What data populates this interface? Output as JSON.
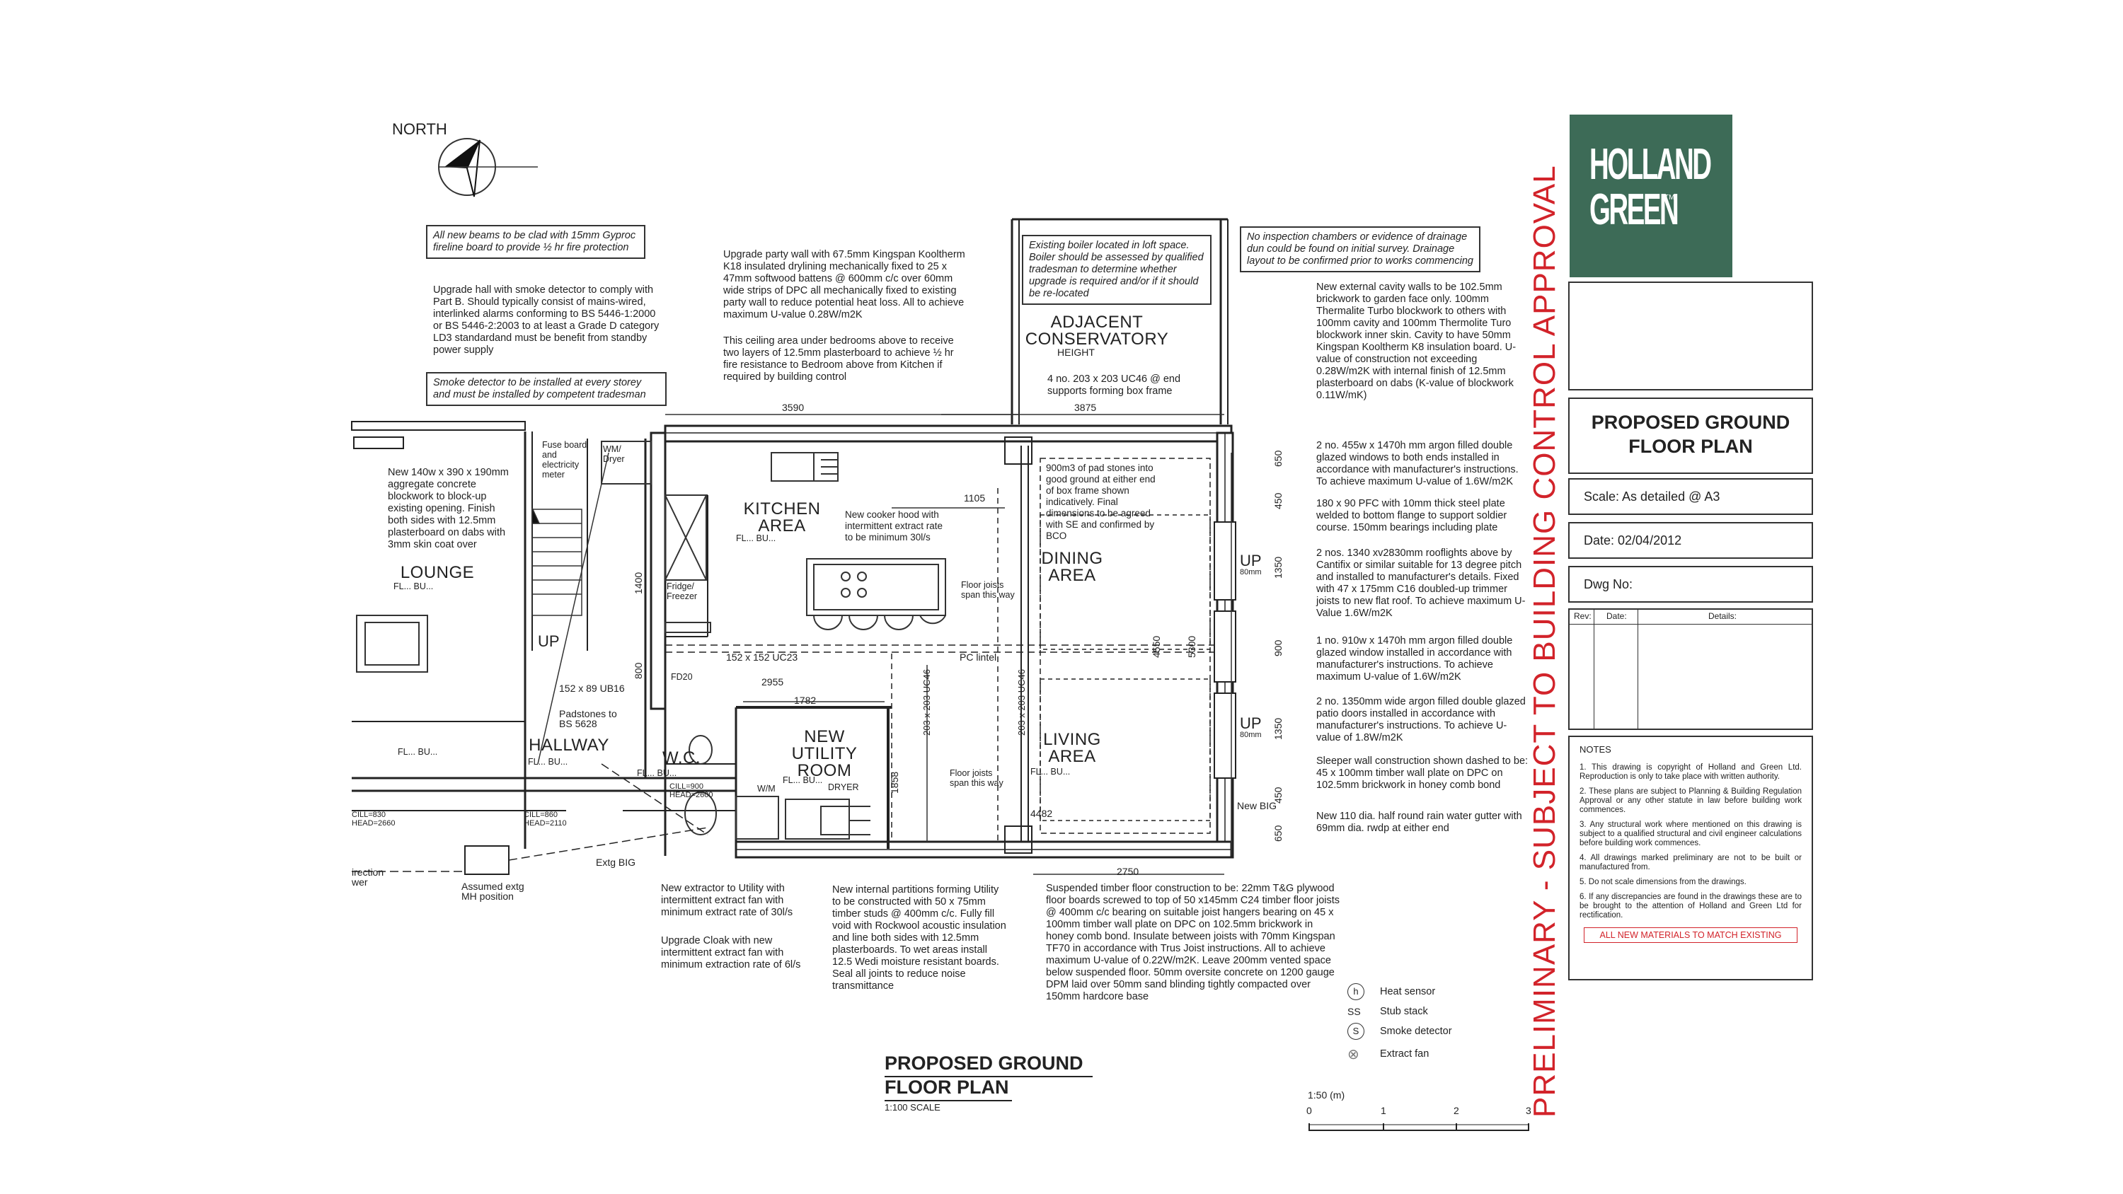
{
  "north": "NORTH",
  "notes": {
    "beams": "All new beams to be clad with 15mm Gyproc fireline board to provide ½ hr fire protection",
    "hall_upgrade": "Upgrade hall with smoke detector to comply with Part B. Should typically consist of mains-wired, interlinked alarms conforming to BS 5446-1:2000 or BS 5446-2:2003 to at least a Grade D category LD3 standardand must be benefit from standby power supply",
    "smoke_detector": "Smoke detector to be installed at every storey and must be installed by competent tradesman",
    "party_wall": "Upgrade party wall with 67.5mm Kingspan Kooltherm K18 insulated drylining mechanically fixed to 25 x 47mm softwood battens @ 600mm c/c over 60mm wide strips of DPC all mechanically fixed to existing party wall to reduce potential heat loss. All to achieve maximum U-value 0.28W/m2K",
    "ceiling_area": "This ceiling area under bedrooms above to receive two layers of 12.5mm plasterboard to achieve ½ hr fire resistance to Bedroom above from Kitchen if required by building control",
    "boiler": "Existing boiler located in loft space. Boiler should be assessed by qualified tradesman to determine whether upgrade is required and/or if it should be re-located",
    "drainage": "No inspection chambers or evidence of drainage dun could be found on initial survey. Drainage layout to be confirmed prior to works commencing",
    "cavity_walls": "New external cavity walls to be 102.5mm brickwork to garden face only. 100mm Thermalite Turbo blockwork to others with 100mm cavity and 100mm Thermolite Turo blockwork inner skin. Cavity to have 50mm Kingspan Kooltherm K8 insulation board. U-value of construction not exceeding 0.28W/m2K with internal finish of 12.5mm plasterboard on dabs (K-value of blockwork 0.11W/mK)",
    "uc46_supports": "4 no. 203 x 203 UC46 @ end supports forming box frame",
    "windows_double": "2 no. 455w x 1470h mm argon filled double glazed windows to both ends installed in accordance with manufacturer's instructions. To achieve maximum U-value of 1.6W/m2K",
    "pfc": "180 x 90 PFC with 10mm thick steel plate welded to bottom flange to support soldier course. 150mm bearings including plate",
    "rooflights": "2 nos. 1340 xv2830mm rooflights above by Cantifix or similar suitable for 13 degree pitch and installed to manufacturer's details. Fixed with 47 x 175mm C16 doubled-up trimmer joists to new flat roof. To achieve maximum U-Value 1.6W/m2K",
    "window_single": "1 no. 910w x 1470h mm argon filled double glazed window installed in accordance with manufacturer's instructions. To achieve maximum U-value of 1.6W/m2K",
    "patio_doors": "2 no. 1350mm wide argon filled double glazed patio doors installed in accordance with manufacturer's instructions. To achieve U-value of 1.8W/m2K",
    "sleeper_wall": "Sleeper wall construction shown dashed to be: 45 x 100mm timber wall plate on DPC on 102.5mm brickwork in honey comb bond",
    "gutter": "New 110 dia. half round rain water gutter with 69mm dia. rwdp at either end",
    "block_up": "New 140w x 390 x 190mm aggregate concrete blockwork to block-up existing opening. Finish both sides with 12.5mm plasterboard on dabs with 3mm skin coat over",
    "pad_stones": "900m3 of pad stones into good ground at either end of box frame shown indicatively. Final dimensions to be agreed with SE and confirmed by BCO",
    "cooker_hood": "New cooker hood with intermittent extract rate to be minimum 30l/s",
    "extractor": "New extractor to Utility with intermittent extract fan with minimum extract rate of 30l/s",
    "cloak": "Upgrade Cloak with new intermittent extract fan with minimum extraction rate of 6l/s",
    "partitions": "New internal partitions forming Utility to be constructed with 50 x 75mm timber studs @ 400mm c/c. Fully fill void with Rockwool acoustic insulation and line both sides with 12.5mm plasterboards. To wet areas install 12.5 Wedi moisture resistant boards. Seal all joints to reduce noise transmittance",
    "floor": "Suspended timber floor construction to be: 22mm T&G plywood floor boards screwed to top of 50 x145mm C24 timber floor joists @ 400mm c/c bearing on suitable joist hangers bearing on 45 x 100mm timber wall plate on DPC on 102.5mm brickwork in honey comb bond. Insulate between joists with 70mm Kingspan TF70 in accordance with Trus Joist instructions. All to achieve maximum U-value of 0.22W/m2K. Leave 200mm vented space below suspended floor. 50mm oversite concrete on 1200 gauge DPM laid over 50mm sand blinding tightly compacted over 150mm hardcore base"
  },
  "rooms": {
    "conservatory": "ADJACENT\nCONSERVATORY",
    "conservatory_height": "HEIGHT",
    "kitchen": "KITCHEN\nAREA",
    "lounge": "LOUNGE",
    "dining": "DINING\nAREA",
    "hallway": "HALLWAY",
    "wc": "W.C.",
    "utility": "NEW\nUTILITY\nROOM",
    "living": "LIVING\nAREA"
  },
  "labels": {
    "fuse_board": "Fuse board\nand\nelectricity\nmeter",
    "wm_dryer": "WM/\nDryer",
    "fridge": "Fridge/\nFreezer",
    "floor_joists_1": "Floor joists\nspan this way",
    "floor_joists_2": "Floor joists\nspan this way",
    "up_1": "UP",
    "up_2": "UP",
    "up_3": "UP",
    "uc23": "152 x 152 UC23",
    "pc_lintel": "PC lintel",
    "ub16": "152 x 89 UB16",
    "padstones": "Padstones to\nBS 5628",
    "fd20": "FD20",
    "wm": "W/M",
    "dryer": "DRYER",
    "uc46_a": "203 x 203 UC46",
    "uc46_b": "203 x 203 UC46",
    "cill_wc": "CILL=900\nHEAD=2600",
    "cill_hall": "CILL=860\nHEAD=2110",
    "cill_left": "CILL=830\nHEAD=2660",
    "extg_big": "Extg BIG",
    "new_big": "New BIG",
    "mh": "Assumed extg\nMH position",
    "direction": "irection\nwer",
    "fl_lounge": "FL... BU...",
    "fl_kitchen": "FL... BU...",
    "fl_hall": "FL... BU...",
    "fl_utility": "FL... BU...",
    "fl_living": "FL... BU...",
    "fl_wc": "FL... BU...",
    "fl_left": "FL... BU..."
  },
  "dimensions": {
    "d3590": "3590",
    "d3875": "3875",
    "d1105": "1105",
    "d2955": "2955",
    "d1782": "1782",
    "d4482": "4482",
    "d2750": "2750",
    "d1400": "1400",
    "d800": "800",
    "d1858": "1858",
    "d4550": "4550",
    "d5300": "5300",
    "d650a": "650",
    "d450a": "450",
    "d1350a": "1350",
    "d900": "900",
    "d1350b": "1350",
    "d450b": "450",
    "d650b": "650",
    "d80a": "80mm",
    "d80b": "80mm"
  },
  "legend": [
    {
      "symbol": "h",
      "label": "Heat sensor"
    },
    {
      "symbol": "SS",
      "label": "Stub stack"
    },
    {
      "symbol": "S",
      "label": "Smoke detector"
    },
    {
      "symbol": "⊗",
      "label": "Extract fan"
    }
  ],
  "plan_title": "PROPOSED GROUND\nFLOOR PLAN",
  "plan_scale": "1:100 SCALE",
  "scale_bar": {
    "label": "1:50 (m)",
    "ticks": [
      "0",
      "1",
      "2",
      "3"
    ]
  },
  "vertical_banner": "PRELIMINARY - SUBJECT TO BUILDING CONTROL APPROVAL",
  "title_block": {
    "logo_line1": "HOLLAND",
    "logo_line2": "GREEN",
    "logo_tm": "TM",
    "drawing_title": "PROPOSED GROUND\nFLOOR PLAN",
    "scale": "Scale: As detailed @ A3",
    "date": "Date: 02/04/2012",
    "dwg_no": "Dwg No:",
    "rev_headers": [
      "Rev:",
      "Date:",
      "Details:"
    ],
    "notes_heading": "NOTES",
    "notes": [
      "1. This drawing is copyright of Holland and Green Ltd. Reproduction is only to take place with written authority.",
      "2. These plans are subject to Planning & Building Regulation Approval or any other statute in law before building work commences.",
      "3. Any structural work where mentioned on this drawing is subject to a qualified structural and civil engineer calculations before building work commences.",
      "4. All drawings marked preliminary are not to be built or manufactured from.",
      "5. Do not scale dimensions from the drawings.",
      "6. If any discrepancies are found in the drawings these are to be brought to the attention of Holland and Green Ltd for rectification."
    ],
    "materials": "ALL NEW MATERIALS TO MATCH EXISTING"
  },
  "colors": {
    "logo_bg": "#3d6b57",
    "banner_red": "#d2232a",
    "line": "#222222"
  }
}
